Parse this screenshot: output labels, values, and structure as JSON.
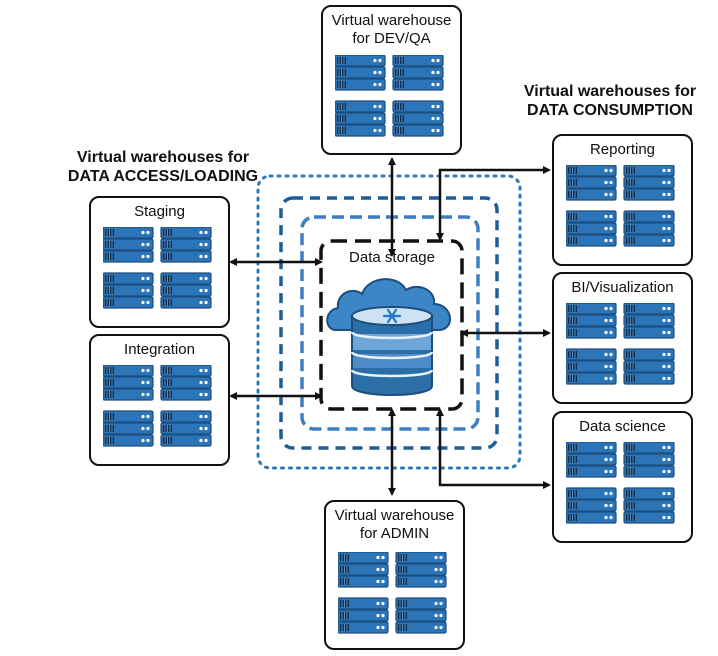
{
  "groups": {
    "access_loading": {
      "line1": "Virtual warehouses for",
      "line2": "DATA ACCESS/LOADING"
    },
    "consumption": {
      "line1": "Virtual warehouses for",
      "line2": "DATA CONSUMPTION"
    }
  },
  "warehouses": {
    "dev_qa": {
      "line1": "Virtual warehouse",
      "line2": "for DEV/QA"
    },
    "admin": {
      "line1": "Virtual warehouse",
      "line2": "for ADMIN"
    },
    "staging": {
      "label": "Staging"
    },
    "integration": {
      "label": "Integration"
    },
    "reporting": {
      "label": "Reporting"
    },
    "bi_visualization": {
      "label": "BI/Visualization"
    },
    "data_science": {
      "label": "Data science"
    }
  },
  "storage": {
    "label": "Data storage"
  },
  "colors": {
    "server_blue": "#2b74b8",
    "server_dark": "#1d4e7e",
    "cloud_blue": "#3d86c6",
    "layer_dark": "#1f5d97",
    "layer_mid": "#3b7fc0",
    "layer_dotted": "#2f77bb"
  },
  "icons": {
    "server": "server-rack-icon",
    "cloud": "cloud-icon",
    "database": "database-icon",
    "snowflake": "snowflake-icon"
  }
}
